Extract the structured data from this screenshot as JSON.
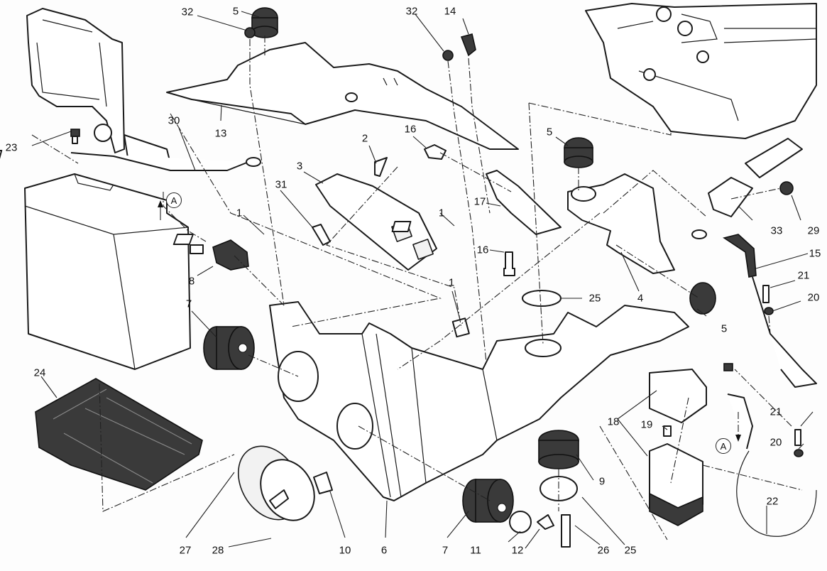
{
  "diagram": {
    "title": "Battery and electrical components exploded view",
    "reference_marker": "A",
    "callouts": [
      {
        "id": "c32a",
        "label": "32"
      },
      {
        "id": "c5a",
        "label": "5"
      },
      {
        "id": "c32b",
        "label": "32"
      },
      {
        "id": "c14",
        "label": "14"
      },
      {
        "id": "c13",
        "label": "13"
      },
      {
        "id": "c30",
        "label": "30"
      },
      {
        "id": "c23",
        "label": "23"
      },
      {
        "id": "c2",
        "label": "2"
      },
      {
        "id": "c16a",
        "label": "16"
      },
      {
        "id": "c3",
        "label": "3"
      },
      {
        "id": "c5b",
        "label": "5"
      },
      {
        "id": "c31",
        "label": "31"
      },
      {
        "id": "c1a",
        "label": "1"
      },
      {
        "id": "c1b",
        "label": "1"
      },
      {
        "id": "c17",
        "label": "17"
      },
      {
        "id": "c16b",
        "label": "16"
      },
      {
        "id": "c33",
        "label": "33"
      },
      {
        "id": "c29",
        "label": "29"
      },
      {
        "id": "c15",
        "label": "15"
      },
      {
        "id": "c8",
        "label": "8"
      },
      {
        "id": "c25a",
        "label": "25"
      },
      {
        "id": "c4",
        "label": "4"
      },
      {
        "id": "c21a",
        "label": "21"
      },
      {
        "id": "c20a",
        "label": "20"
      },
      {
        "id": "c7a",
        "label": "7"
      },
      {
        "id": "c1c",
        "label": "1"
      },
      {
        "id": "c5c",
        "label": "5"
      },
      {
        "id": "c24",
        "label": "24"
      },
      {
        "id": "c18",
        "label": "18"
      },
      {
        "id": "c19",
        "label": "19"
      },
      {
        "id": "c21b",
        "label": "21"
      },
      {
        "id": "c20b",
        "label": "20"
      },
      {
        "id": "c9",
        "label": "9"
      },
      {
        "id": "c22",
        "label": "22"
      },
      {
        "id": "c27",
        "label": "27"
      },
      {
        "id": "c28",
        "label": "28"
      },
      {
        "id": "c10",
        "label": "10"
      },
      {
        "id": "c6",
        "label": "6"
      },
      {
        "id": "c7b",
        "label": "7"
      },
      {
        "id": "c11",
        "label": "11"
      },
      {
        "id": "c12",
        "label": "12"
      },
      {
        "id": "c26",
        "label": "26"
      },
      {
        "id": "c25b",
        "label": "25"
      }
    ]
  }
}
